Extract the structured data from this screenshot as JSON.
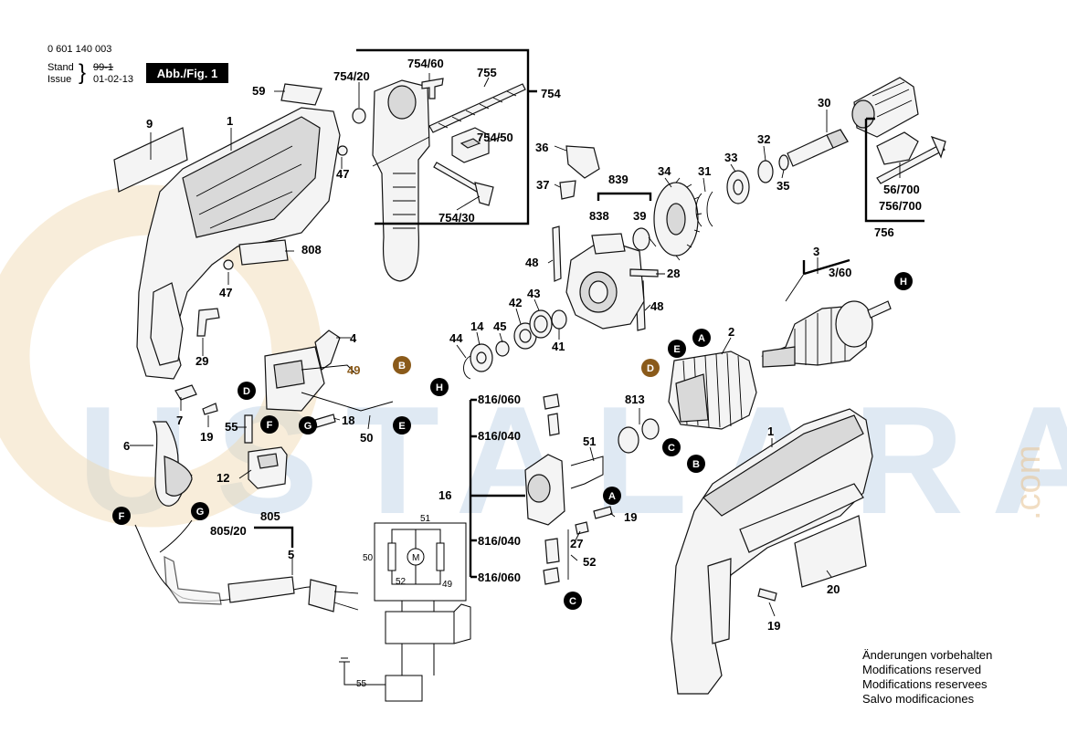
{
  "header": {
    "part_number": "0 601 140 003",
    "stand_label": "Stand",
    "stand_value_struck": "99-1",
    "issue_label": "Issue",
    "issue_value": "01-02-13",
    "figure_badge": "Abb./Fig. 1"
  },
  "watermark": {
    "text": "USTALARA",
    "domain": ".com",
    "color": "#b9cfe6"
  },
  "labels": {
    "l1a": "1",
    "l1b": "1",
    "l2": "2",
    "l3": "3",
    "l3_60": "3/60",
    "l4": "4",
    "l5": "5",
    "l6": "6",
    "l7": "7",
    "l9": "9",
    "l12": "12",
    "l14": "14",
    "l16": "16",
    "l18": "18",
    "l19a": "19",
    "l19b": "19",
    "l19c": "19",
    "l20": "20",
    "l27": "27",
    "l28": "28",
    "l29": "29",
    "l30": "30",
    "l31": "31",
    "l32": "32",
    "l33": "33",
    "l34": "34",
    "l35": "35",
    "l36": "36",
    "l37": "37",
    "l39": "39",
    "l41": "41",
    "l42": "42",
    "l43": "43",
    "l44": "44",
    "l45": "45",
    "l47a": "47",
    "l47b": "47",
    "l48a": "48",
    "l48b": "48",
    "l49": "49",
    "l50": "50",
    "l51": "51",
    "l52": "52",
    "l55": "55",
    "l59": "59",
    "l754": "754",
    "l754_20": "754/20",
    "l754_30": "754/30",
    "l754_50": "754/50",
    "l754_60": "754/60",
    "l755": "755",
    "l756": "756",
    "l756_700": "756/700",
    "l56_700": "56/700",
    "l805": "805",
    "l805_20": "805/20",
    "l808": "808",
    "l813": "813",
    "l816_060a": "816/060",
    "l816_040a": "816/040",
    "l816_040b": "816/040",
    "l816_060b": "816/060",
    "l838": "838",
    "l839": "839"
  },
  "schematic": {
    "s50": "50",
    "s51": "51",
    "s52": "52",
    "s49": "49",
    "s55": "55",
    "motor": "M"
  },
  "markers": {
    "A": "A",
    "B": "B",
    "C": "C",
    "D": "D",
    "E": "E",
    "F": "F",
    "G": "G",
    "H": "H",
    "fill_color": "#000000",
    "highlight_color": "#8a5a1a"
  },
  "notes": [
    "Änderungen vorbehalten",
    "Modifications reserved",
    "Modifications reservees",
    "Salvo modificaciones"
  ]
}
